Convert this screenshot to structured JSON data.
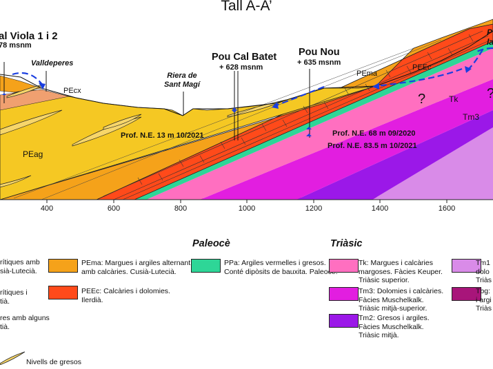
{
  "title": "Tall A-A’",
  "labels": {
    "wells_left": "al Viola 1 i 2",
    "wells_left_elev": "78 msnm",
    "valldeperes": "Valldeperes",
    "pecx": "PEcx",
    "riera": "Riera de\nSant Magí",
    "cal_batet": "Pou Cal Batet",
    "cal_batet_elev": "+ 628 msnm",
    "pou_nou": "Pou Nou",
    "pou_nou_elev": "+ 635 msnm",
    "pema": "PEma",
    "peec": "PEEc",
    "tk": "Tk",
    "tm3": "Tm3",
    "peag": "PEag",
    "q1": "?",
    "q2": "?",
    "right_top": "P",
    "right_top2": "la",
    "prof_batet": "Prof. N.E. 13 m 10/2021",
    "prof_nou1": "Prof. N.E. 68 m 09/2020",
    "prof_nou2": "Prof. N.E. 83.5 m 10/2021"
  },
  "axis_ticks": [
    "400",
    "600",
    "800",
    "1000",
    "1200",
    "1400",
    "1600"
  ],
  "legend": {
    "paleocene_heading": "Paleocè",
    "triassic_heading": "Triàsic",
    "left_items": [
      "rítiques amb\nsià-Lutecià.",
      "rítiques i\ntià.",
      "res amb alguns\ntià."
    ],
    "pema": "PEma: Margues i argiles alternant\namb calcàries. Cusià-Lutecià.",
    "peec": "PEEc: Calcàries i dolomies.\nIlerdià.",
    "ppa": "PPa: Argiles vermelles i gresos.\nConté dipòsits de bauxita. Paleocè.",
    "tk": "Tk: Margues i calcàries\nmargoses. Fàcies Keuper.\nTriàsic superior.",
    "tm3": "Tm3: Dolomies i calcàries.\nFàcies Muschelkalk.\nTriàsic mitjà-superior.",
    "tm2": "Tm2: Gresos i argiles.\nFàcies Muschelkalk.\nTriàsic mitjà.",
    "tm1": "Tm1\ndolo\nTriàs",
    "tbg": "Tbg:\ni argi\nTriàs",
    "gresos": "Nivells de gresos"
  },
  "colors": {
    "peag": "#f5c823",
    "pema": "#f5a21a",
    "peec": "#ff4a1a",
    "ppa": "#2ed697",
    "tk": "#ff6fc0",
    "tm3": "#e21ee0",
    "tm2": "#9b18e8",
    "tm1": "#d98be8",
    "tbg": "#a8157a",
    "pecx": "#f0a070",
    "water": "#1a3ee0"
  }
}
